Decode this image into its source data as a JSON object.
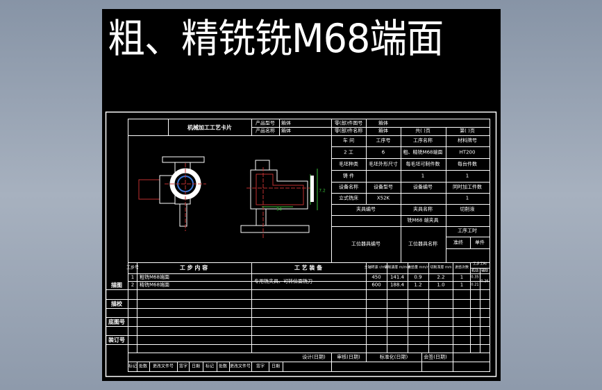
{
  "title": "粗、精铣铣M68端面",
  "header": {
    "card_title": "机械加工工艺卡片",
    "product_model_label": "产品型号",
    "product_model": "箱体",
    "product_name_label": "产品名称",
    "product_name": "箱体",
    "part_model_label": "零(部)件图号",
    "part_model": "箱体",
    "part_name_label": "零(部)件名称",
    "part_name": "箱体",
    "total_pages": "共( )页",
    "page_no": "第( )页"
  },
  "side": {
    "row1": [
      "车 间",
      "工序号",
      "工序名称",
      "材料牌号"
    ],
    "row2": [
      "2 工",
      "6",
      "粗、精铣M68端面",
      "HT200"
    ],
    "row3": [
      "毛坯种类",
      "毛坯外形尺寸",
      "每毛坯可制件数",
      "每台件数"
    ],
    "row4": [
      "铸 件",
      "",
      "1",
      "1"
    ],
    "row5": [
      "设备名称",
      "设备型号",
      "设备编号",
      "同时加工件数"
    ],
    "row6": [
      "立式铣床",
      "X52K",
      "",
      "1"
    ],
    "fixture": [
      "夹具编号",
      "夹具名称",
      "切削液"
    ],
    "fixture_name": "铣M68 端夹具",
    "tool": [
      "工位器具编号",
      "工位器具名称"
    ],
    "time": [
      "工序工时",
      "准终",
      "单件"
    ]
  },
  "steps_header": {
    "no": "工步号",
    "content": "工 步 内 容",
    "equipment": "工 艺 装 备",
    "speed": "主轴转速 r/min",
    "cut_speed": "切削速度 m/min",
    "feed": "进给量 mm/r",
    "depth": "切削深度 mm",
    "passes": "进给次数",
    "time": "工步工时",
    "time_machine": "机动",
    "time_aux": "辅助"
  },
  "steps": [
    {
      "no": "1",
      "content": "粗铣M68端面",
      "equipment": "专用铣夹具、可转位面铣刀",
      "speed": "450",
      "cut_speed": "141.4",
      "feed": "0.9",
      "depth": "2.2",
      "passes": "1",
      "t1": "0.35",
      "t2": "0.26"
    },
    {
      "no": "2",
      "content": "精铣M68端面",
      "equipment": "",
      "speed": "600",
      "cut_speed": "188.4",
      "feed": "1.2",
      "depth": "1.0",
      "passes": "1",
      "t1": "0.21",
      "t2": ""
    }
  ],
  "left_labels": [
    "描图",
    "描校",
    "底图号",
    "装订号"
  ],
  "sign": [
    "设计(日期)",
    "审核(日期)",
    "标准化(日期)",
    "会签(日期)"
  ],
  "rev": [
    "标记",
    "处数",
    "更改文件号",
    "签字",
    "日期",
    "标记",
    "处数",
    "更改文件号",
    "签字",
    "日期"
  ],
  "drawing": {
    "dim1": "34",
    "dim2": "7.2"
  }
}
